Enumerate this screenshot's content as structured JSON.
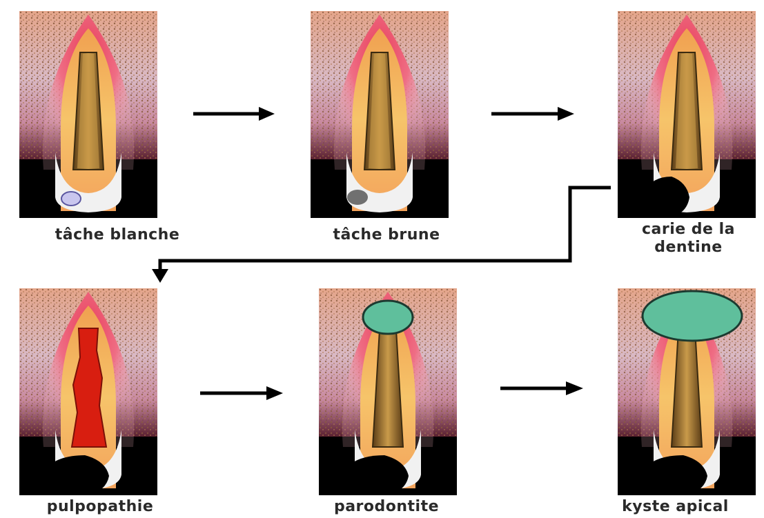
{
  "stages": [
    {
      "id": "s1",
      "caption": "tâche blanche",
      "lesion": "white-spot"
    },
    {
      "id": "s2",
      "caption": "tâche brune",
      "lesion": "brown-spot"
    },
    {
      "id": "s3",
      "caption": "carie de la\ndentine",
      "lesion": "dentin-caries"
    },
    {
      "id": "s4",
      "caption": "pulpopathie",
      "lesion": "pulp-inflammation"
    },
    {
      "id": "s5",
      "caption": "parodontite",
      "lesion": "small-apical-lesion"
    },
    {
      "id": "s6",
      "caption": "kyste apical",
      "lesion": "large-apical-cyst"
    }
  ],
  "colors": {
    "background": "#ffffff",
    "bone_pink": "#e8506a",
    "bone_speckle": "#8a5a3c",
    "dentin": "#f4b060",
    "enamel": "#f1f1f1",
    "pulp": "#7a5a2a",
    "caries": "#000000",
    "white_spot": "#c9c6ee",
    "brown_spot": "#707070",
    "pulp_inflamed": "#d81e10",
    "cyst": "#5fbf9c",
    "arrow": "#000000"
  }
}
